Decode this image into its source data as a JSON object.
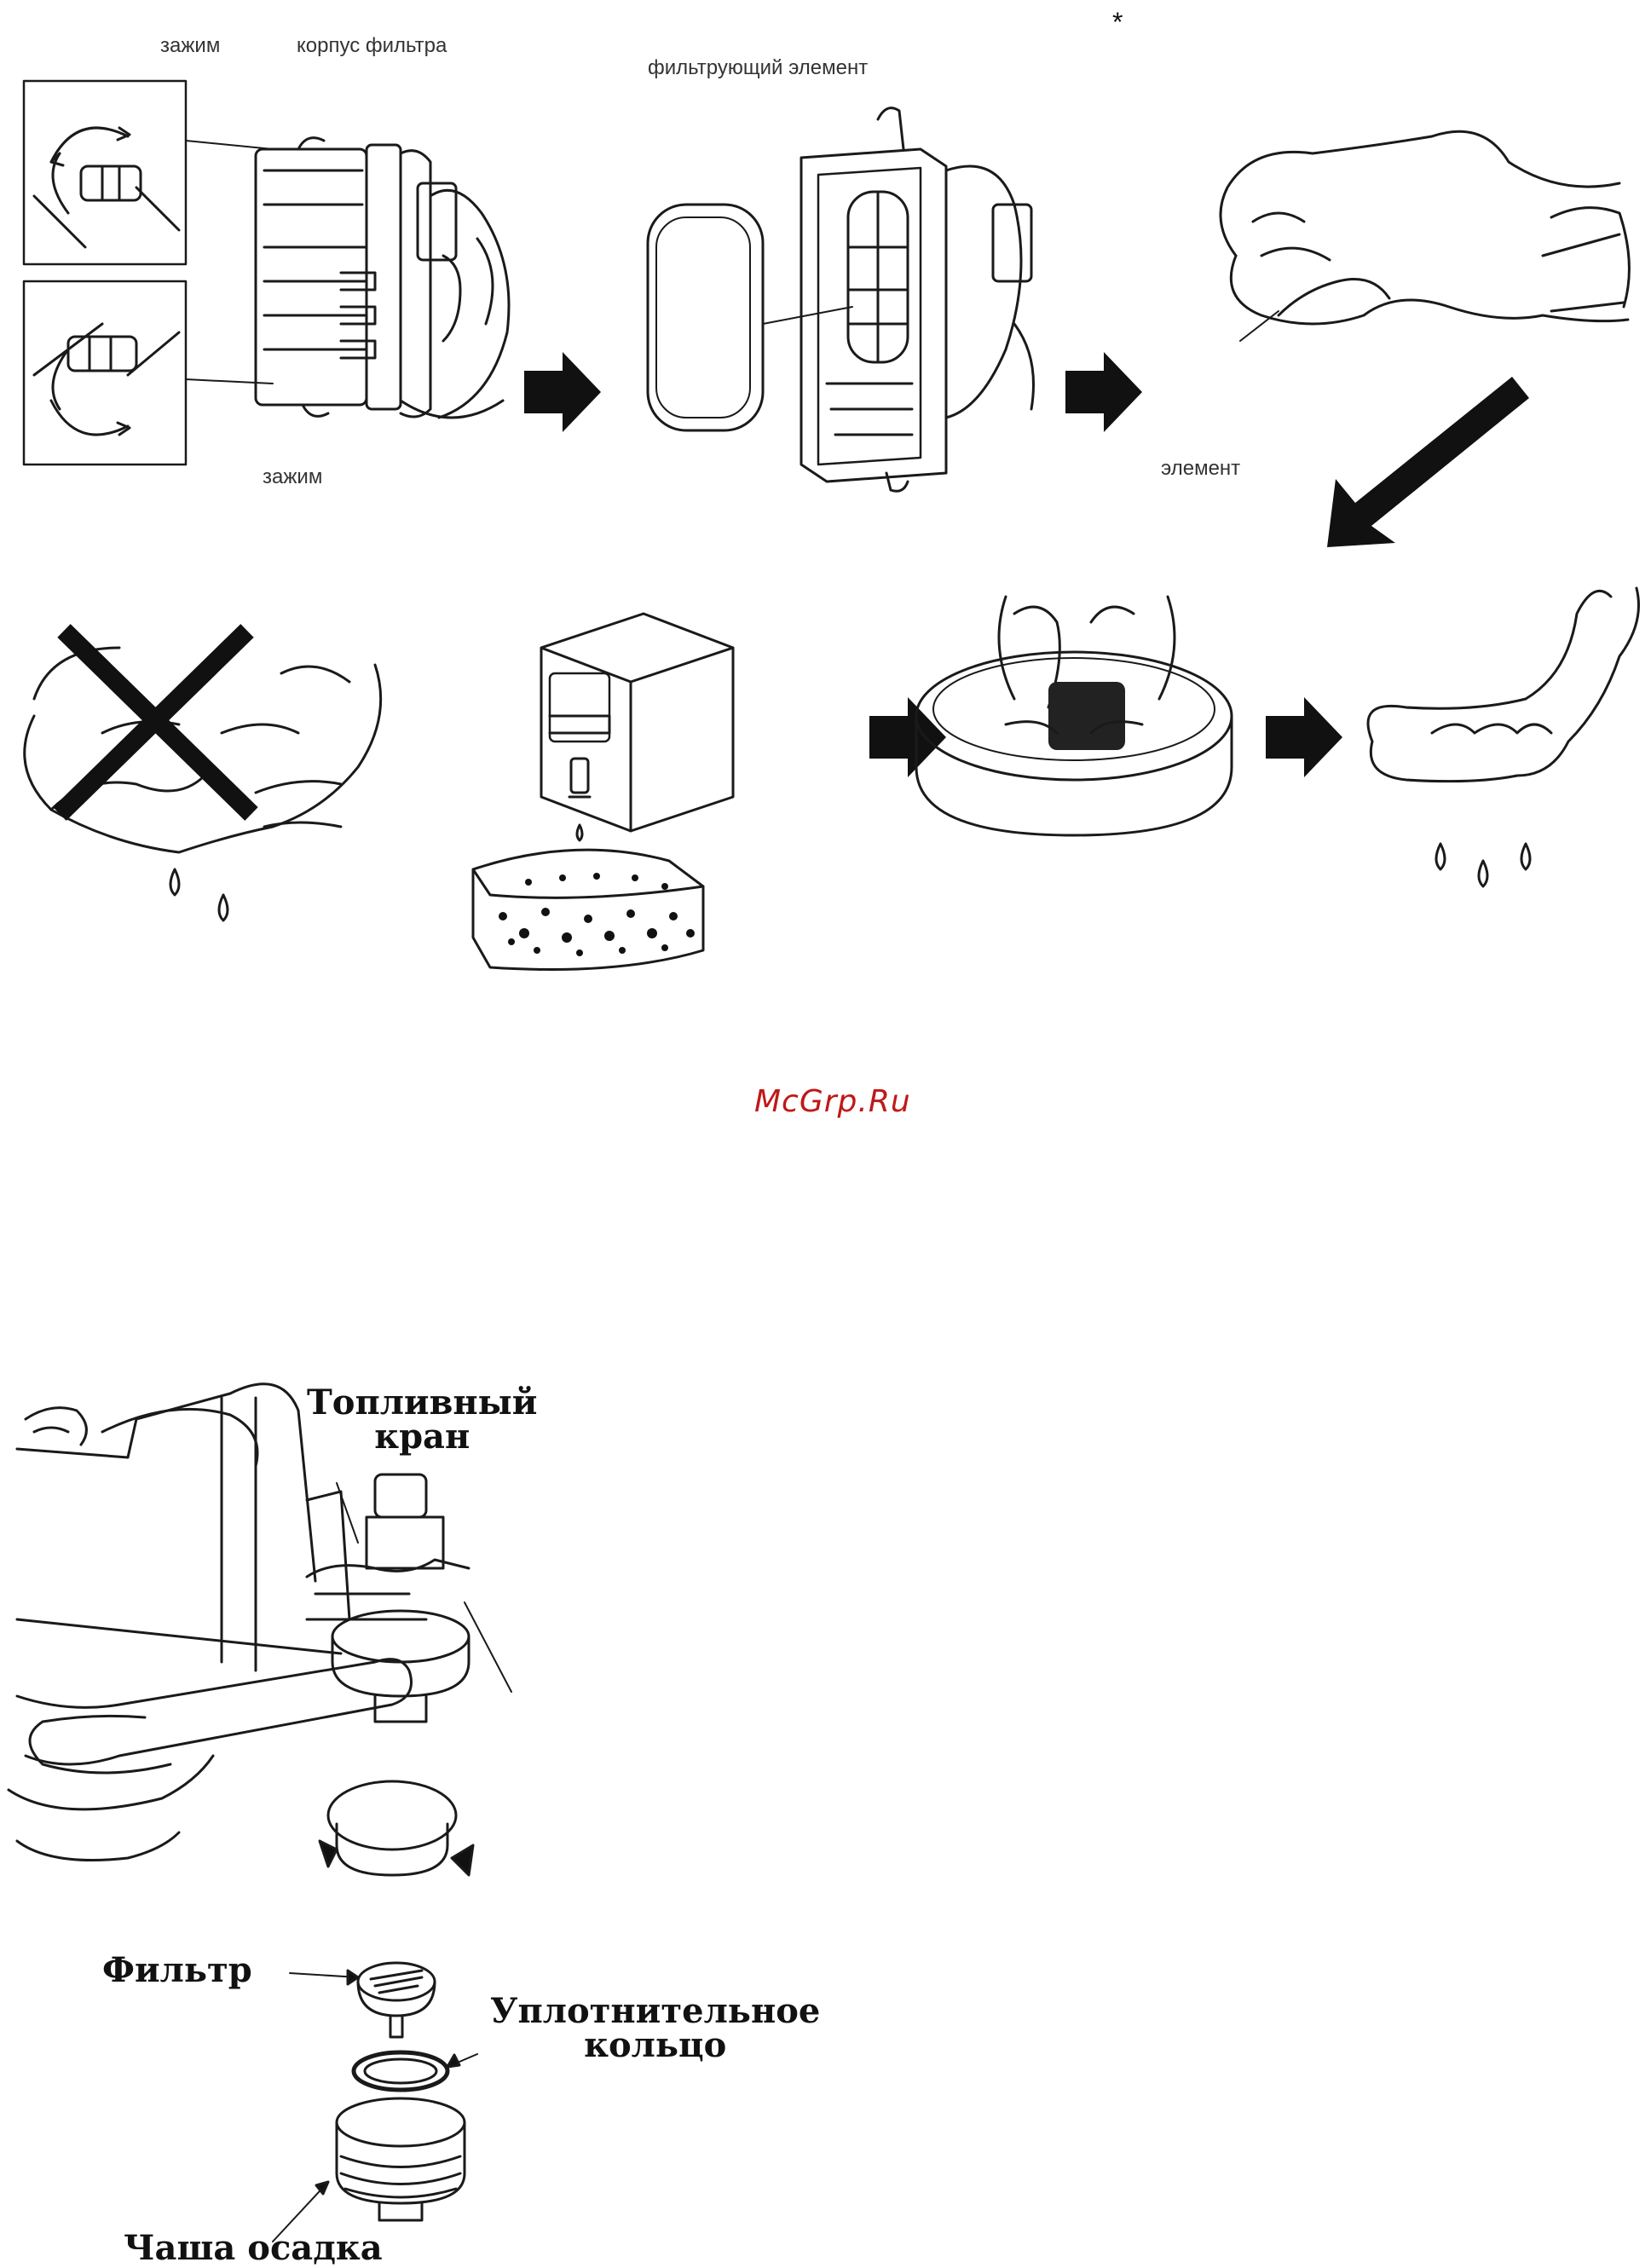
{
  "labels": {
    "clip_top": "зажим",
    "filter_housing": "корпус фильтра",
    "clip_bottom": "зажим",
    "filter_element": "фильтрующий элемент",
    "element": "элемент",
    "fuel_valve": "Топливный\nкран",
    "filter": "Фильтр",
    "o_ring": "Уплотнительное\nкольцо",
    "sediment_cup": "Чаша осадка"
  },
  "watermark": "McGrp.Ru",
  "marker": "*",
  "colors": {
    "line": "#1a1a1a",
    "watermark": "#c01818"
  }
}
